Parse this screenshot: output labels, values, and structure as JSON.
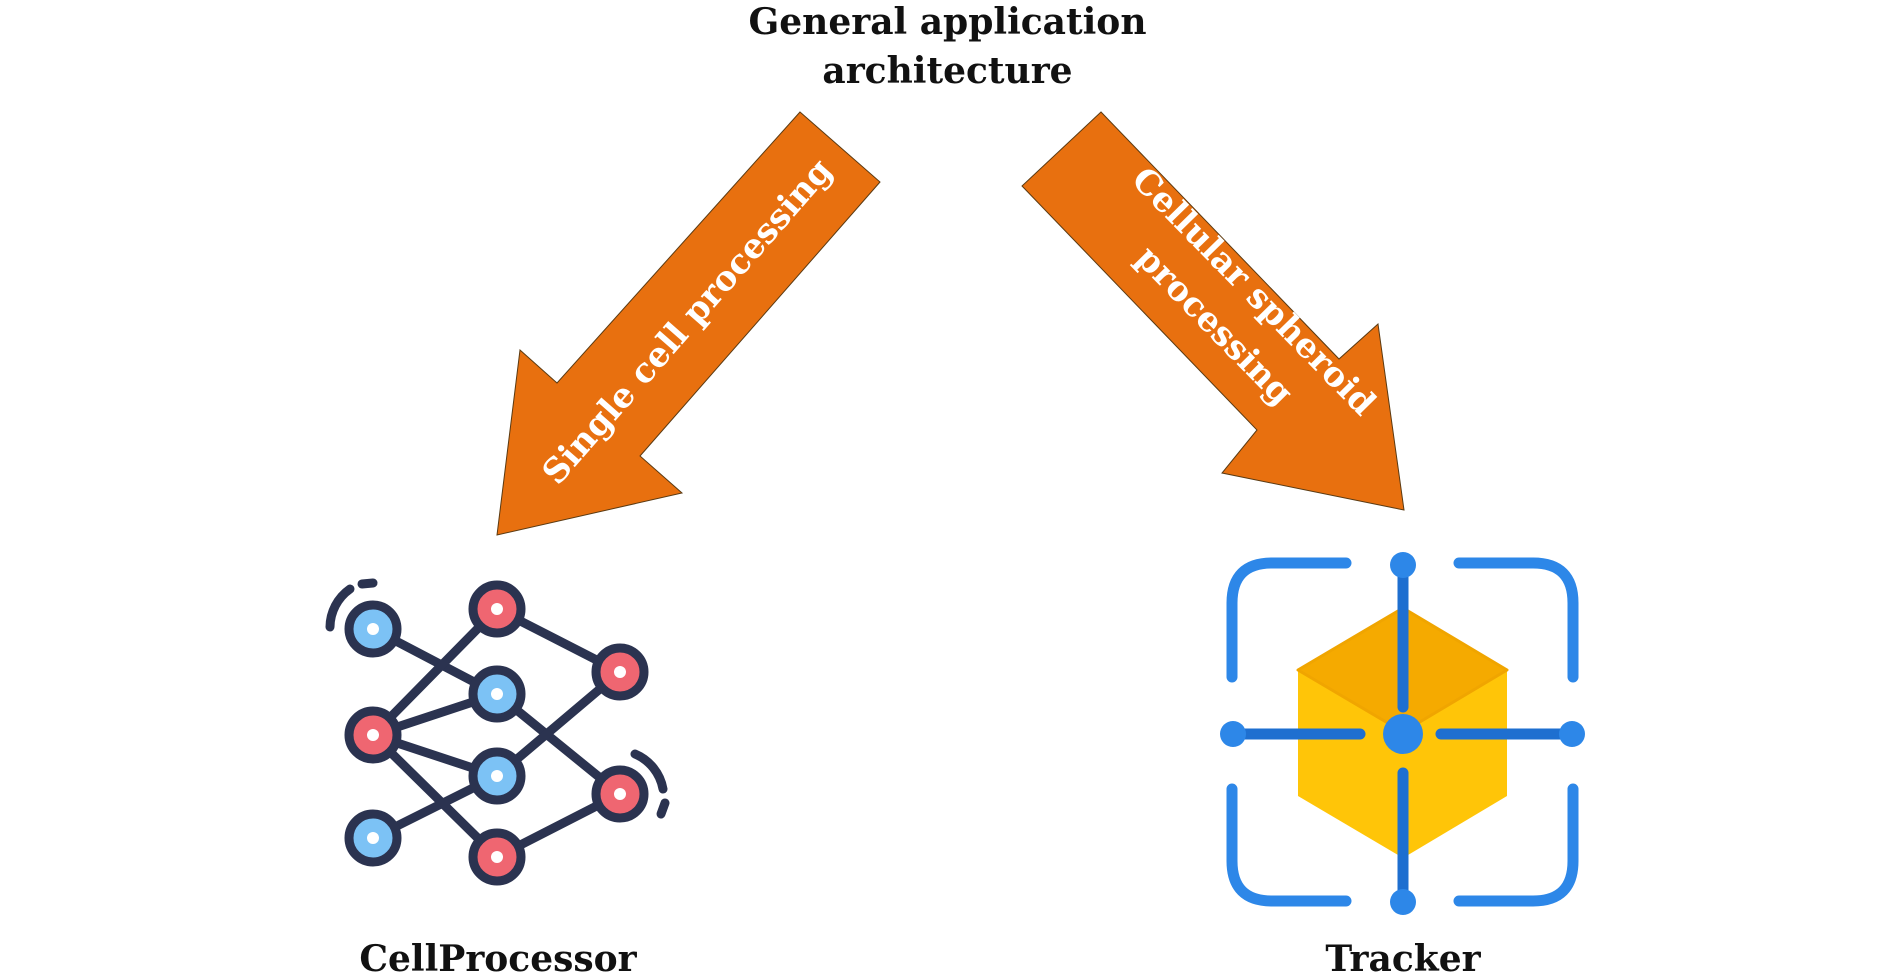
{
  "title": {
    "line1": "General application",
    "line2": "architecture"
  },
  "arrows": {
    "left": {
      "label": "Single cell processing",
      "color": "#E8700F"
    },
    "right": {
      "label_line1": "Cellular spheroid",
      "label_line2": "processing",
      "color": "#E8700F"
    }
  },
  "nodes": {
    "left": {
      "caption": "CellProcessor",
      "icon": "neural-network-icon"
    },
    "right": {
      "caption": "Tracker",
      "icon": "tracker-cube-icon"
    }
  },
  "colors": {
    "network_line": "#2B3350",
    "node_blue": "#7CC2F5",
    "node_red": "#EF6671",
    "tracker_blue": "#2D87E8",
    "cube_yellow": "#FFC508",
    "cube_top": "#F5AA00"
  }
}
